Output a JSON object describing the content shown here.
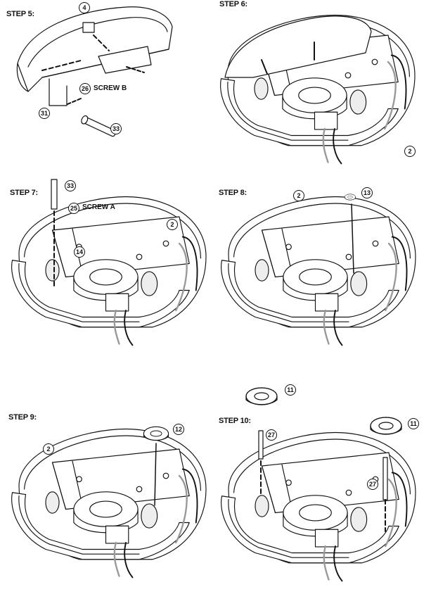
{
  "steps": [
    {
      "label": "STEP 5:"
    },
    {
      "label": "STEP 6:"
    },
    {
      "label": "STEP 7:"
    },
    {
      "label": "STEP 8:"
    },
    {
      "label": "STEP 9:"
    },
    {
      "label": "STEP 10:"
    }
  ],
  "parts": {
    "p4": "4",
    "p26": "26",
    "p31": "31",
    "p33a": "33",
    "p2_s6": "2",
    "p33b": "33",
    "p25": "25",
    "p14": "14",
    "p2_s7": "2",
    "p2_s8": "2",
    "p13": "13",
    "p12": "12",
    "p2_s9": "2",
    "p11a": "11",
    "p27a": "27",
    "p11b": "11",
    "p27b": "27"
  },
  "screws": {
    "b": "SCREW B",
    "a": "SCREW  A"
  }
}
